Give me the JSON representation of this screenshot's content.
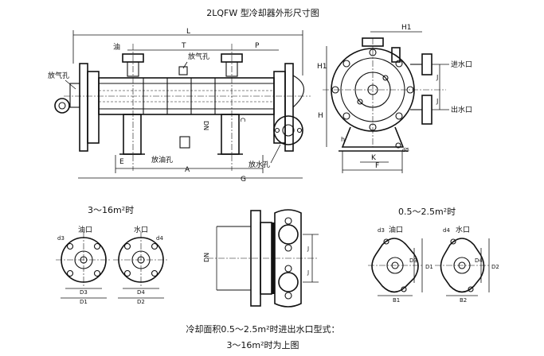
{
  "title": "2LQFW 型冷却器外形尺寸图",
  "labels": {
    "oil_port_top": "油",
    "exhaust_hole": "放气孔",
    "air_vent_left": "放气孔",
    "drain_oil": "放油孔",
    "drain_water": "放水孔",
    "water_in": "进水口",
    "water_out": "出水口",
    "L": "L",
    "T": "T",
    "P": "P",
    "H1_top": "H1",
    "H1_side": "H1",
    "H": "H",
    "h": "h",
    "K": "K",
    "F": "F",
    "G": "G",
    "A": "A",
    "E": "E",
    "DN": "DN",
    "C": "C",
    "d5": "d5",
    "J": "J"
  },
  "section_large": {
    "title": "3～16m²时",
    "oil_port": "油口",
    "water_port": "水口",
    "d3": "d3",
    "d4": "d4",
    "D3": "D3",
    "D1": "D1",
    "D4": "D4",
    "D2": "D2"
  },
  "section_small": {
    "title": "0.5～2.5m²时",
    "oil_port": "油口",
    "water_port": "水口",
    "d3": "d3",
    "d4": "d4",
    "B1": "B1",
    "B2": "B2",
    "D1": "D1",
    "D2": "D2",
    "D3": "D3",
    "D4": "D4"
  },
  "middle_view": {
    "DN": "DN",
    "J": "J"
  },
  "captions": {
    "line1": "冷却面积0.5～2.5m²时进出水口型式：",
    "line2": "3～16m²时为上图"
  }
}
